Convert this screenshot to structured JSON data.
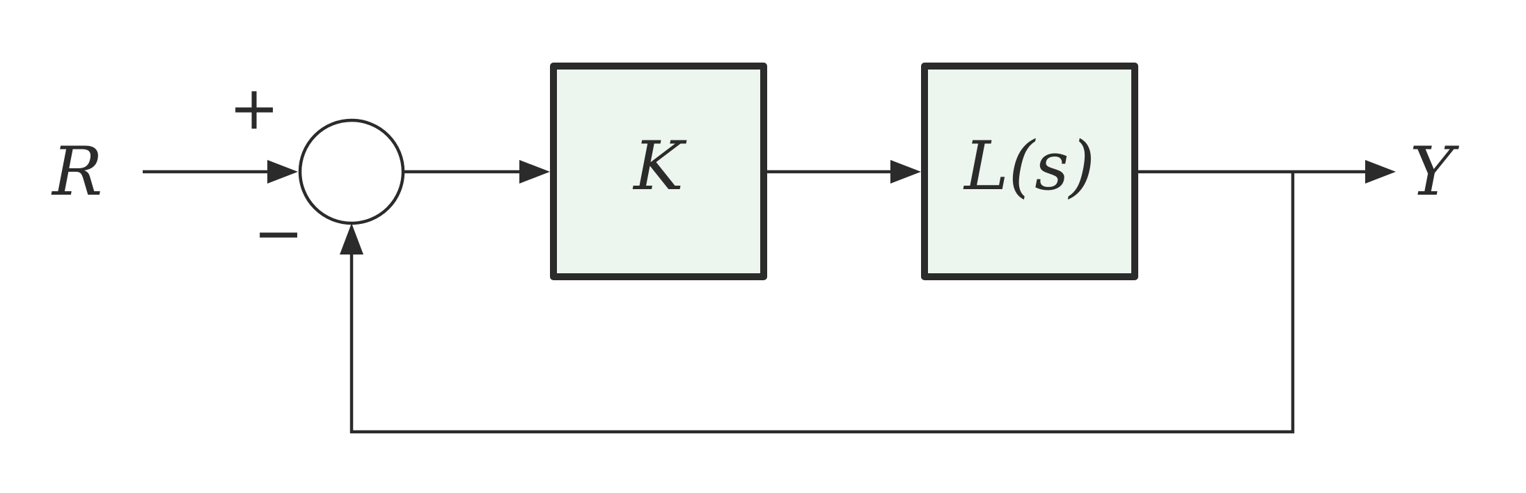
{
  "diagram": {
    "input_label": "R",
    "output_label": "Y",
    "sum_junction": {
      "plus_sign": "+",
      "minus_sign": "−"
    },
    "blocks": [
      {
        "id": "controller",
        "label": "K"
      },
      {
        "id": "plant",
        "label": "L(s)"
      }
    ],
    "colors": {
      "block_fill": "#ecf6ee",
      "stroke": "#2b2b2b",
      "background": "#ffffff"
    }
  }
}
